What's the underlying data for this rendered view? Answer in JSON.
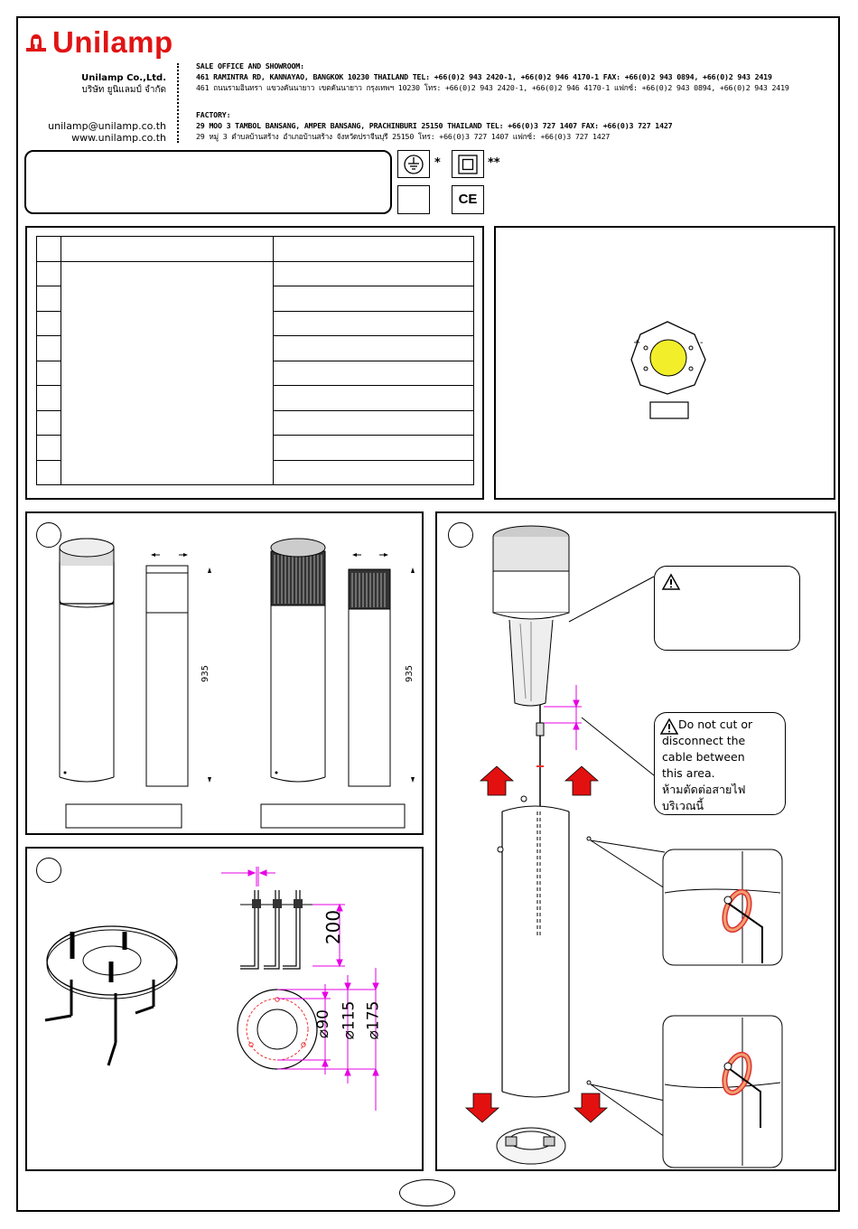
{
  "header": {
    "brand": "Unilamp",
    "company_en": "Unilamp Co.,Ltd.",
    "company_th": "บริษัท ยูนิแลมป์ จำกัด",
    "email": "unilamp@unilamp.co.th",
    "website": "www.unilamp.co.th",
    "sale_heading": "SALE OFFICE AND SHOWROOM:",
    "sale_en": "461 RAMINTRA RD, KANNAYAO, BANGKOK 10230 THAILAND TEL: +66(0)2 943 2420-1, +66(0)2 946 4170-1 FAX: +66(0)2 943 0894, +66(0)2 943 2419",
    "sale_th": "461 ถนนรามอินทรา แขวงคันนายาว เขตคันนายาว กรุงเทพฯ 10230  โทร: +66(0)2 943 2420-1, +66(0)2 946 4170-1 แฟกซ์: +66(0)2 943 0894, +66(0)2 943 2419",
    "factory_heading": "FACTORY:",
    "factory_en": "29 MOO 3 TAMBOL BANSANG, AMPER BANSANG, PRACHINBURI 25150 THAILAND TEL: +66(0)3 727 1407 FAX: +66(0)3 727 1427",
    "factory_th": "29 หมู่ 3 ตำบลบ้านสร้าง อำเภอบ้านสร้าง จังหวัดปราจีนบุรี  25150  โทร: +66(0)3 727 1407 แฟกซ์: +66(0)3 727 1427"
  },
  "symbols": {
    "earth_marker": "*",
    "class2_marker": "**",
    "ce_mark": "CE"
  },
  "dimensions": {
    "height_left": "935",
    "height_right": "935",
    "anchor_length": "200",
    "dia_90": "⌀90",
    "dia_115": "⌀115",
    "dia_175": "⌀175"
  },
  "warnings": {
    "cable_en_1": "Do not cut or",
    "cable_en_2": "disconnect the",
    "cable_en_3": "cable between",
    "cable_en_4": "this area.",
    "cable_th_1": "ห้ามตัดต่อสายไฟ",
    "cable_th_2": "บริเวณนี้"
  },
  "led": {
    "plus": "+",
    "minus": "-"
  },
  "colors": {
    "brand_red": "#e01414",
    "dimension_magenta": "#e600e6",
    "arrow_red": "#e31010",
    "led_yellow": "#f2ef2a",
    "clip_orange": "#f0a070"
  }
}
